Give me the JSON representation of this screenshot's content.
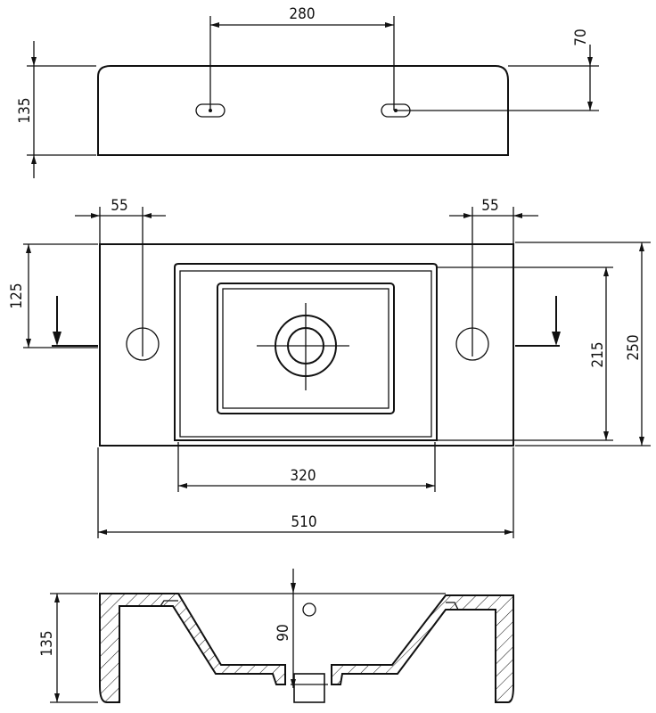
{
  "drawing": {
    "top_view": {
      "hole_spacing": "280",
      "hole_offset": "70",
      "height": "135"
    },
    "plan_view": {
      "left_edge_hole": "55",
      "right_edge_hole": "55",
      "hole_depth": "125",
      "bowl_depth": "215",
      "total_depth": "250",
      "bowl_width": "320",
      "total_width": "510"
    },
    "section_view": {
      "height": "135",
      "drain_depth": "90"
    }
  }
}
